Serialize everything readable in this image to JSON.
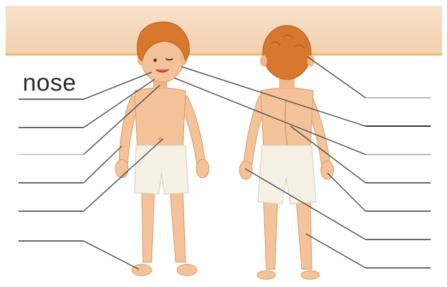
{
  "labels": {
    "given_label": "nose"
  },
  "colors": {
    "wall": "#f6dcc4",
    "floor_line": "#e7b65c",
    "skin": "#f4c39a",
    "skin_shadow": "#e2a273",
    "hair": "#d8782e",
    "hair_dark": "#b65a1c",
    "shorts": "#f6f1e6",
    "leader_line": "#555555",
    "blank_line": "#666666"
  },
  "figures": [
    "front-view-boy",
    "back-view-boy"
  ]
}
